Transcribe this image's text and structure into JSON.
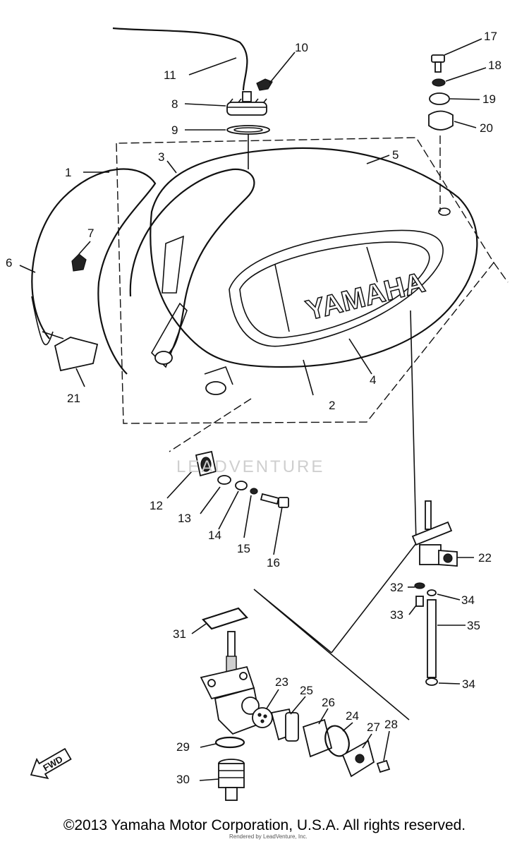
{
  "diagram": {
    "tank_brand": "YAMAHA",
    "fwd_label": "FWD",
    "callouts": [
      "1",
      "2",
      "3",
      "4",
      "5",
      "6",
      "7",
      "8",
      "9",
      "10",
      "11",
      "12",
      "13",
      "14",
      "15",
      "16",
      "17",
      "18",
      "19",
      "20",
      "21",
      "22",
      "23",
      "24",
      "25",
      "26",
      "27",
      "28",
      "29",
      "30",
      "31",
      "32",
      "33",
      "34",
      "34",
      "35"
    ]
  },
  "watermark": "LEADVENTURE",
  "footer": {
    "copyright": "©2013 Yamaha Motor Corporation, U.S.A. All rights reserved.",
    "credit": "Rendered by LeadVenture, Inc."
  }
}
